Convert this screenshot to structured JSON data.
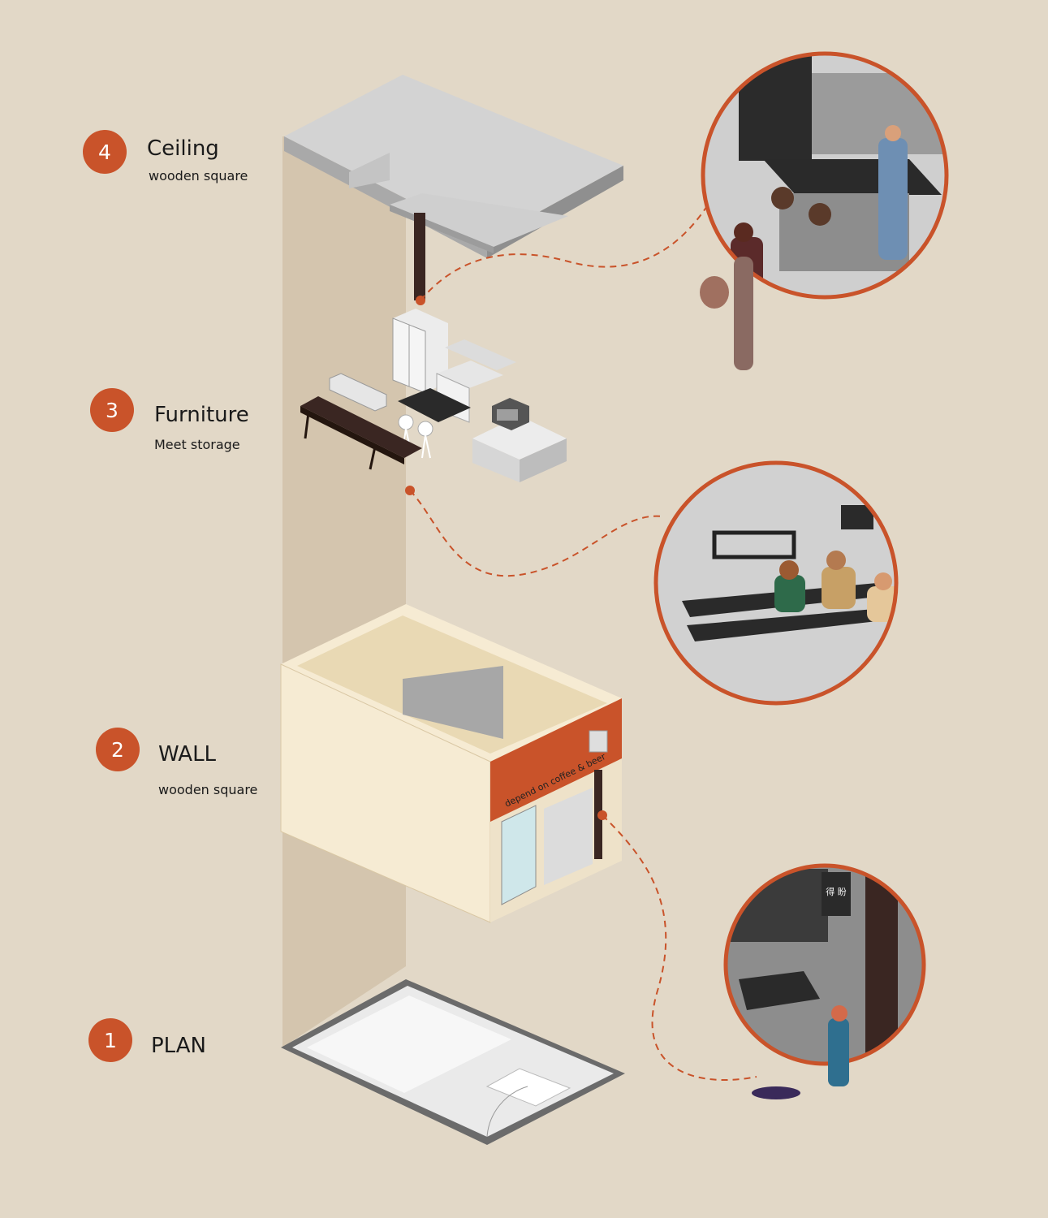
{
  "layers": [
    {
      "number": "4",
      "title": "Ceiling",
      "subtitle": "wooden square"
    },
    {
      "number": "3",
      "title": "Furniture",
      "subtitle": "Meet storage"
    },
    {
      "number": "2",
      "title": "WALL",
      "subtitle": "wooden square"
    },
    {
      "number": "1",
      "title": "PLAN",
      "subtitle": ""
    }
  ],
  "storefront_sign": "depend on coffee & beer",
  "vignette_sign": "得 盼",
  "colors": {
    "background": "#e2d8c7",
    "accent": "#c9532a",
    "shadow_column": "#d4c5ae",
    "wall_cream": "#f6ebd3",
    "dark_wood": "#3a2622",
    "steel": "#c9c9c9"
  }
}
